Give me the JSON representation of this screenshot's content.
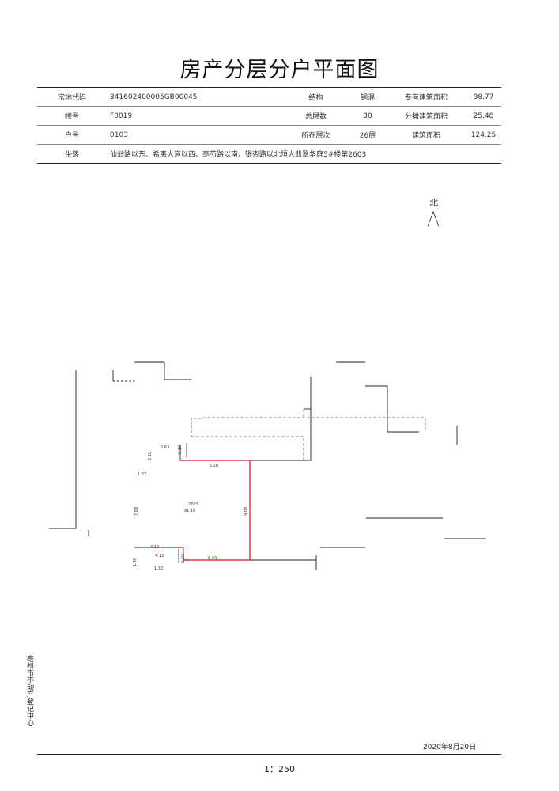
{
  "title": "房产分层分户平面图",
  "info": {
    "code_label": "宗地代码",
    "code_value": "341602400005GB00045",
    "structure_label": "结构",
    "structure_value": "钢混",
    "exclusive_area_label": "专有建筑面积",
    "exclusive_area_value": "98.77",
    "building_label": "幢号",
    "building_value": "F0019",
    "total_floors_label": "总层数",
    "total_floors_value": "30",
    "shared_area_label": "分摊建筑面积",
    "shared_area_value": "25.48",
    "unit_label": "户号",
    "unit_value": "0103",
    "floor_label": "所在层次",
    "floor_value": "26层",
    "total_area_label": "建筑面积",
    "total_area_value": "124.25",
    "location_label": "坐落",
    "location_value": "仙翁路以东、希夷大道以西、亳芍路以南、银杏路以北恒大翡翠华庭5#楼第2603"
  },
  "north": {
    "label": "北",
    "icon": "north-arrow-icon"
  },
  "plan": {
    "dim_left_top": "2.63",
    "dim_left_vertical": "2.10",
    "dim_left_mid": "1.62",
    "dim_left_vertical_2": "7.98",
    "room_id": "2603",
    "room_area": "91.16",
    "dim_top_red": "5.20",
    "dim_right_red": "9.03",
    "dim_bottom_left": "4.10",
    "dim_bottom_small_1": "4.13",
    "dim_bottom_small_2": "1.30",
    "dim_bottom_left_vertical": "1.40",
    "dim_bottom_red": "6.40",
    "dim_tiny_1": "0.10",
    "dim_tiny_2": "0.20",
    "colors": {
      "red": "#d0121b",
      "wall": "#222222",
      "dashed": "#666666"
    }
  },
  "footer": {
    "org": "亳州市不动产登记中心",
    "date": "2020年8月20日",
    "scale": "1：250"
  }
}
